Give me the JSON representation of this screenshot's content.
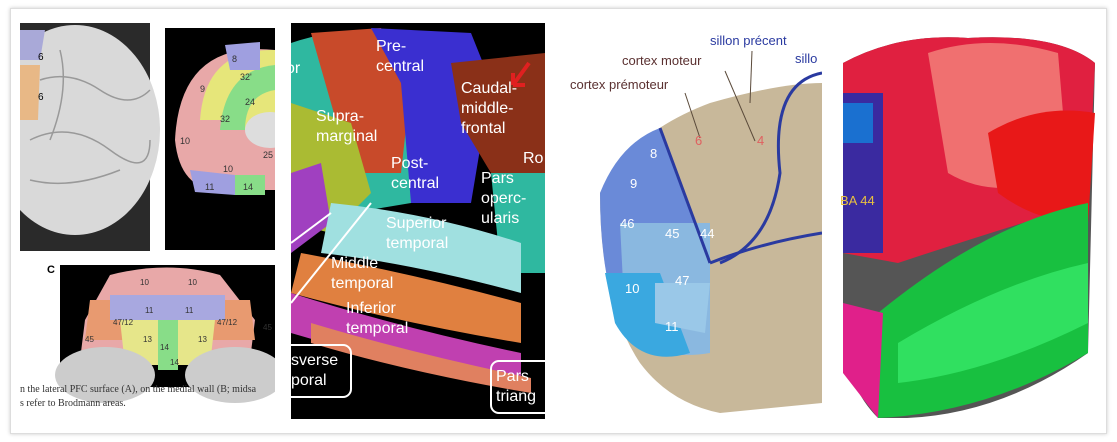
{
  "panel1": {
    "lateral_labels": [
      "6",
      "6"
    ],
    "medial_labels": [
      "8",
      "32'",
      "9",
      "24",
      "32",
      "10",
      "10",
      "11",
      "14",
      "25"
    ],
    "panel_letter": "C",
    "ventral_labels": [
      "10",
      "10",
      "11",
      "11",
      "47/12",
      "47/12",
      "45",
      "45",
      "13",
      "13",
      "14",
      "14"
    ],
    "caption_line1": "n the lateral PFC surface (A), on the medial wall (B; midsa",
    "caption_line2": "s refer to Brodmann areas."
  },
  "panel2": {
    "labels": [
      "Pre-\ncentral",
      "Caudal-\nmiddle-\nfrontal",
      "Supra-\nmarginal",
      "Post-\ncentral",
      "Superior\ntemporal",
      "Middle\ntemporal",
      "Inferior\ntemporal",
      "Pars\noperc-\nularis",
      "Ro",
      "or"
    ],
    "box_labels": [
      "sverse\nporal",
      "Pars\ntriang"
    ],
    "arrow_color": "#e02020"
  },
  "panel3": {
    "labels": [
      "sillon précent",
      "sillo",
      "cortex moteur",
      "cortex prémoteur"
    ],
    "areas": [
      "8",
      "9",
      "46",
      "45",
      "44",
      "47",
      "10",
      "11",
      "6",
      "4"
    ]
  },
  "panel4": {
    "label": "BA 44"
  }
}
